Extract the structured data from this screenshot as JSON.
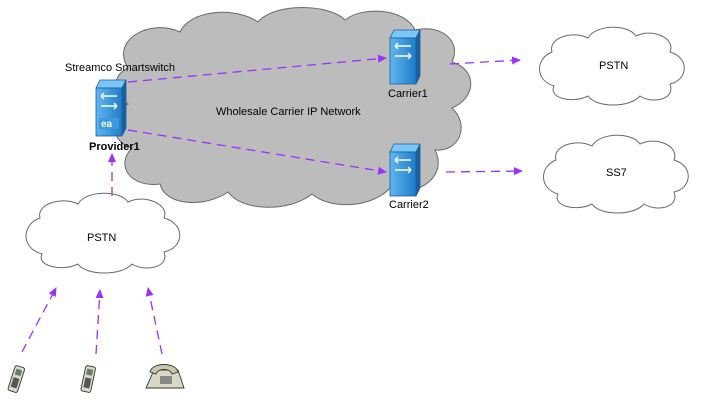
{
  "labels": {
    "smartswitch": "Streamco Smartswitch",
    "provider": "Provider1",
    "network": "Wholesale Carrier IP Network",
    "carrier1": "Carrier1",
    "carrier2": "Carrier2",
    "pstn_right": "PSTN",
    "ss7": "SS7",
    "pstn_left": "PSTN"
  },
  "colors": {
    "cloud_gray": "#bcbcbc",
    "cloud_white": "#ffffff",
    "arrow": "#9b30ff",
    "switch_blue": "#2f8fd8",
    "switch_dark": "#1a5f9e"
  },
  "icons": [
    "switch-icon",
    "mobile-phone-icon",
    "desk-phone-icon"
  ]
}
